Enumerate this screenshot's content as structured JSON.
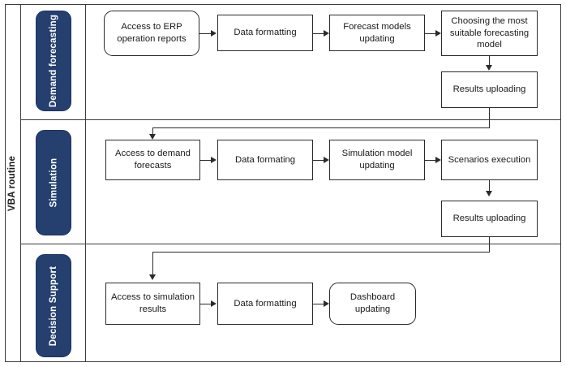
{
  "pool": {
    "title": "VBA routine"
  },
  "lanes": [
    {
      "label": "Demand forecasting",
      "nodes": [
        {
          "text": "Access to ERP operation reports",
          "shape": "round"
        },
        {
          "text": "Data formatting",
          "shape": "rect"
        },
        {
          "text": "Forecast models updating",
          "shape": "rect"
        },
        {
          "text": "Choosing the most suitable forecasting model",
          "shape": "rect"
        },
        {
          "text": "Results uploading",
          "shape": "rect"
        }
      ]
    },
    {
      "label": "Simulation",
      "nodes": [
        {
          "text": "Access to demand forecasts",
          "shape": "rect"
        },
        {
          "text": "Data formating",
          "shape": "rect"
        },
        {
          "text": "Simulation model updating",
          "shape": "rect"
        },
        {
          "text": "Scenarios execution",
          "shape": "rect"
        },
        {
          "text": "Results uploading",
          "shape": "rect"
        }
      ]
    },
    {
      "label": "Decision Support",
      "nodes": [
        {
          "text": "Access to simulation results",
          "shape": "rect"
        },
        {
          "text": "Data formatting",
          "shape": "rect"
        },
        {
          "text": "Dashboard updating",
          "shape": "round"
        }
      ]
    }
  ],
  "colors": {
    "lane_chip_fill": "#25406e",
    "lane_chip_text": "#ffffff",
    "stroke": "#2b2b2b",
    "frame": "#3c3c3c",
    "node_fill": "#ffffff",
    "background": "#ffffff"
  }
}
